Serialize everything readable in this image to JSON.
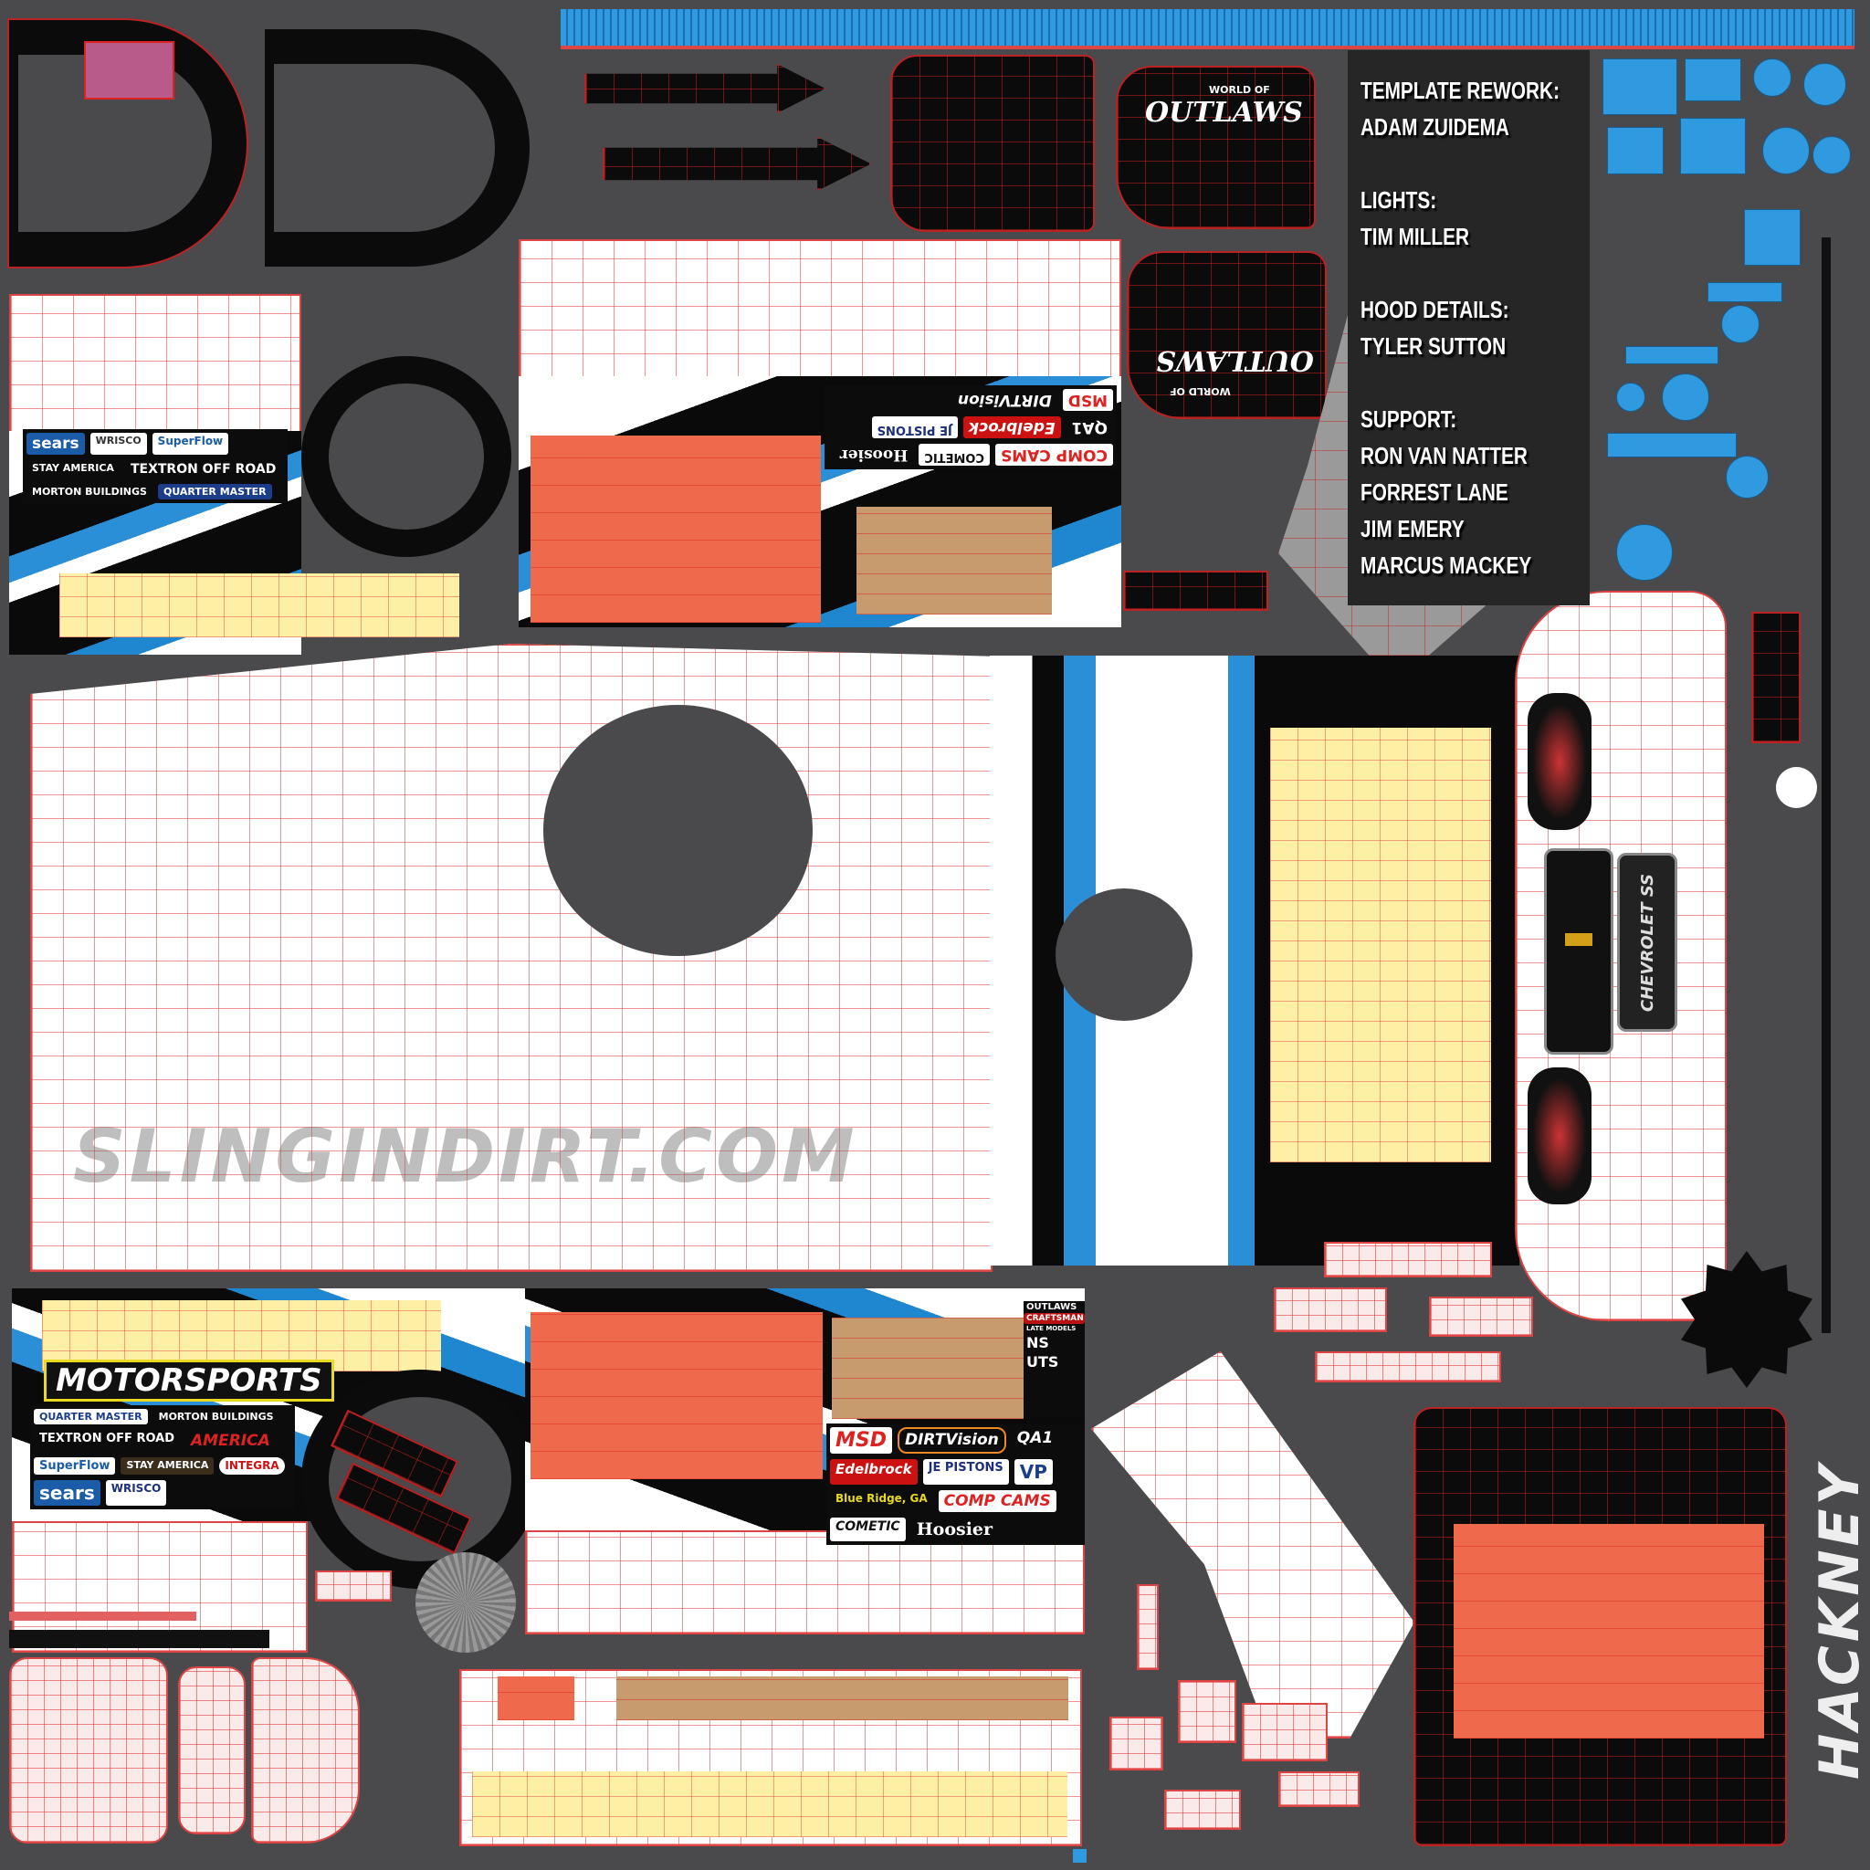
{
  "watermark": "SLINGINDIRT.COM",
  "credits": {
    "lines": [
      {
        "label": "TEMPLATE REWORK:",
        "name": "ADAM ZUIDEMA"
      },
      {
        "label": "LIGHTS:",
        "name": "TIM MILLER"
      },
      {
        "label": "HOOD DETAILS:",
        "name": "TYLER SUTTON"
      }
    ],
    "support_label": "SUPPORT:",
    "support": [
      "RON VAN NATTER",
      "FORREST LANE",
      "JIM EMERY",
      "MARCUS MACKEY"
    ]
  },
  "outlaws": {
    "world_of": "WORLD OF",
    "name": "OUTLAWS"
  },
  "hood": {
    "grille_text": "CHEVROLET SS"
  },
  "rear": {
    "driver_name": "HACKNEY"
  },
  "side_left": {
    "team_text": "MOTORSPORTS",
    "sponsors": [
      "QUARTER MASTER",
      "MORTON BUILDINGS",
      "TEXTRON OFF ROAD",
      "AMERICA",
      "SuperFlow",
      "STAY AMERICA",
      "INTEGRA",
      "sears",
      "WRISCO"
    ]
  },
  "side_right": {
    "sponsors": [
      "MSD",
      "DIRTVision",
      "QA1",
      "Edelbrock",
      "JE PISTONS",
      "VP",
      "COMP CAMS",
      "COMETIC",
      "Hoosier",
      "CRAFTSMAN",
      "LATE MODELS",
      "Blue Ridge, GA",
      "NS",
      "UTS"
    ]
  },
  "colors": {
    "background": "#4a4a4c",
    "accent_blue": "#2f9ae0",
    "orange_mask": "#ef6a4c",
    "tan_mask": "#c79b6e",
    "yellow_mask": "#fdf0a4",
    "mesh_line": "#e03c3c"
  }
}
